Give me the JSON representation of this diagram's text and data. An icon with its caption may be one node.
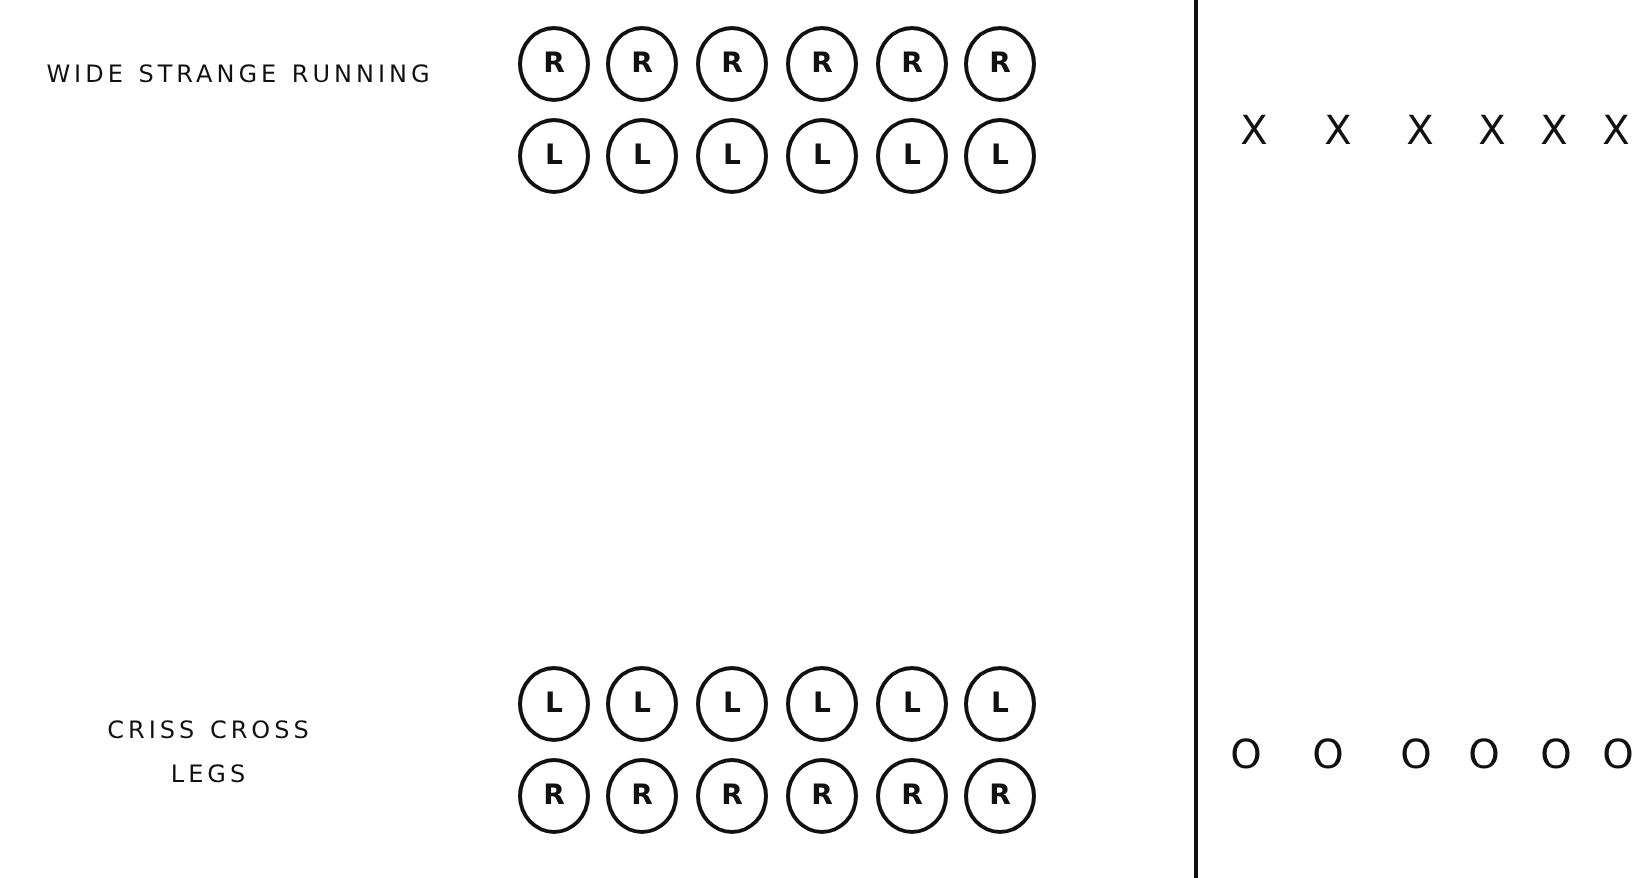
{
  "diagram": {
    "nodes": [
      {
        "text": [
          "R"
        ]
      },
      {
        "text": [
          "R"
        ]
      },
      {
        "text": [
          "R"
        ]
      },
      {
        "text": [
          "R"
        ]
      },
      {
        "text": [
          "R"
        ]
      },
      {
        "text": [
          "R"
        ]
      },
      {
        "text": [
          "L"
        ]
      },
      {
        "text": [
          "L"
        ]
      },
      {
        "text": [
          "L"
        ]
      },
      {
        "text": [
          "L"
        ]
      },
      {
        "text": [
          "L"
        ]
      },
      {
        "text": [
          "L"
        ]
      },
      {
        "text": [
          "L"
        ]
      },
      {
        "text": [
          "L"
        ]
      },
      {
        "text": [
          "L"
        ]
      },
      {
        "text": [
          "L"
        ]
      },
      {
        "text": [
          "L"
        ]
      },
      {
        "text": [
          "L"
        ]
      },
      {
        "text": [
          "R"
        ]
      },
      {
        "text": [
          "R"
        ]
      },
      {
        "text": [
          "R"
        ]
      },
      {
        "text": [
          "R"
        ]
      },
      {
        "text": [
          "R"
        ]
      },
      {
        "text": [
          "R"
        ]
      }
    ],
    "labels": [
      "WIDE STRANGE RUNNING",
      "X",
      "X",
      "X",
      "X",
      "X",
      "X",
      "CRISS CROSS LEGS",
      "O",
      "O",
      "O",
      "O",
      "O",
      "O"
    ]
  }
}
